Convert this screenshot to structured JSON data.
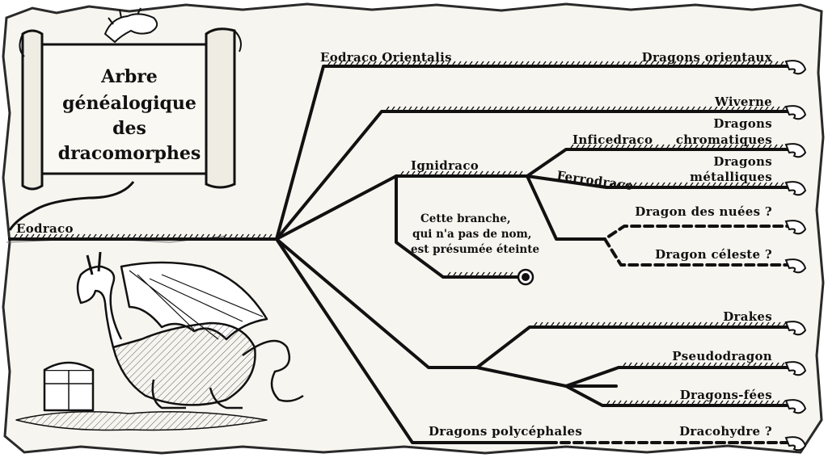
{
  "title": {
    "lines": [
      "Arbre",
      "généalogique",
      "des",
      "dracomorphes"
    ]
  },
  "root_label": "Eodraco",
  "labels": {
    "eodraco_orientalis": "Eodraco Orientalis",
    "dragons_orientaux": "Dragons orientaux",
    "wiverne": "Wiverne",
    "dragons_chromatiques_1": "Dragons",
    "dragons_chromatiques_2": "chromatiques",
    "inficedraco": "Inficedraco",
    "ignidraco": "Ignidraco",
    "ferrodraco": "Ferrodraco",
    "dragons_metalliques_1": "Dragons",
    "dragons_metalliques_2": "métalliques",
    "dragon_des_nuees": "Dragon des nuées ?",
    "dragon_celeste": "Dragon céleste ?",
    "drakes": "Drakes",
    "pseudodragon": "Pseudodragon",
    "dragons_fees": "Dragons-fées",
    "dragons_polycephales": "Dragons polycéphales",
    "dracohydre": "Dracohydre ?"
  },
  "extinct_note": {
    "lines": [
      "Cette branche,",
      "qui n'a pas de nom,",
      "est présumée éteinte"
    ]
  },
  "colors": {
    "ink": "#111111",
    "paper": "#f7f5ef",
    "edge": "#2a2a2a"
  }
}
